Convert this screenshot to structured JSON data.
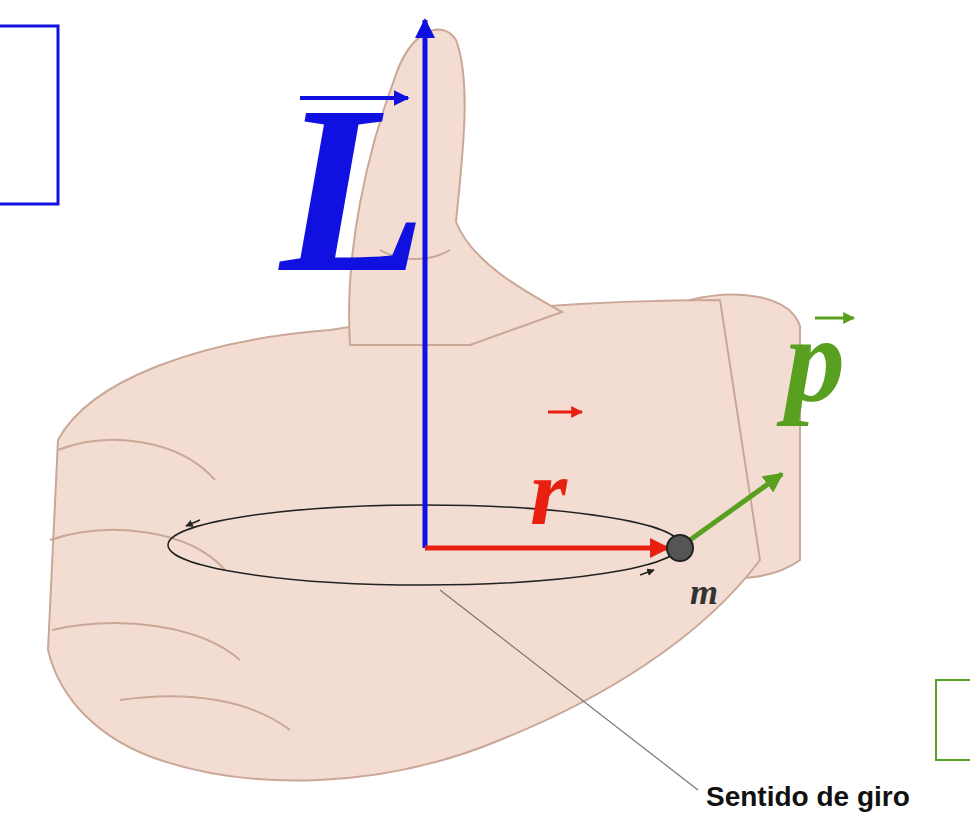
{
  "diagram": {
    "labels": [
      "L",
      "r",
      "p",
      "m",
      "Sentido de giro"
    ]
  }
}
